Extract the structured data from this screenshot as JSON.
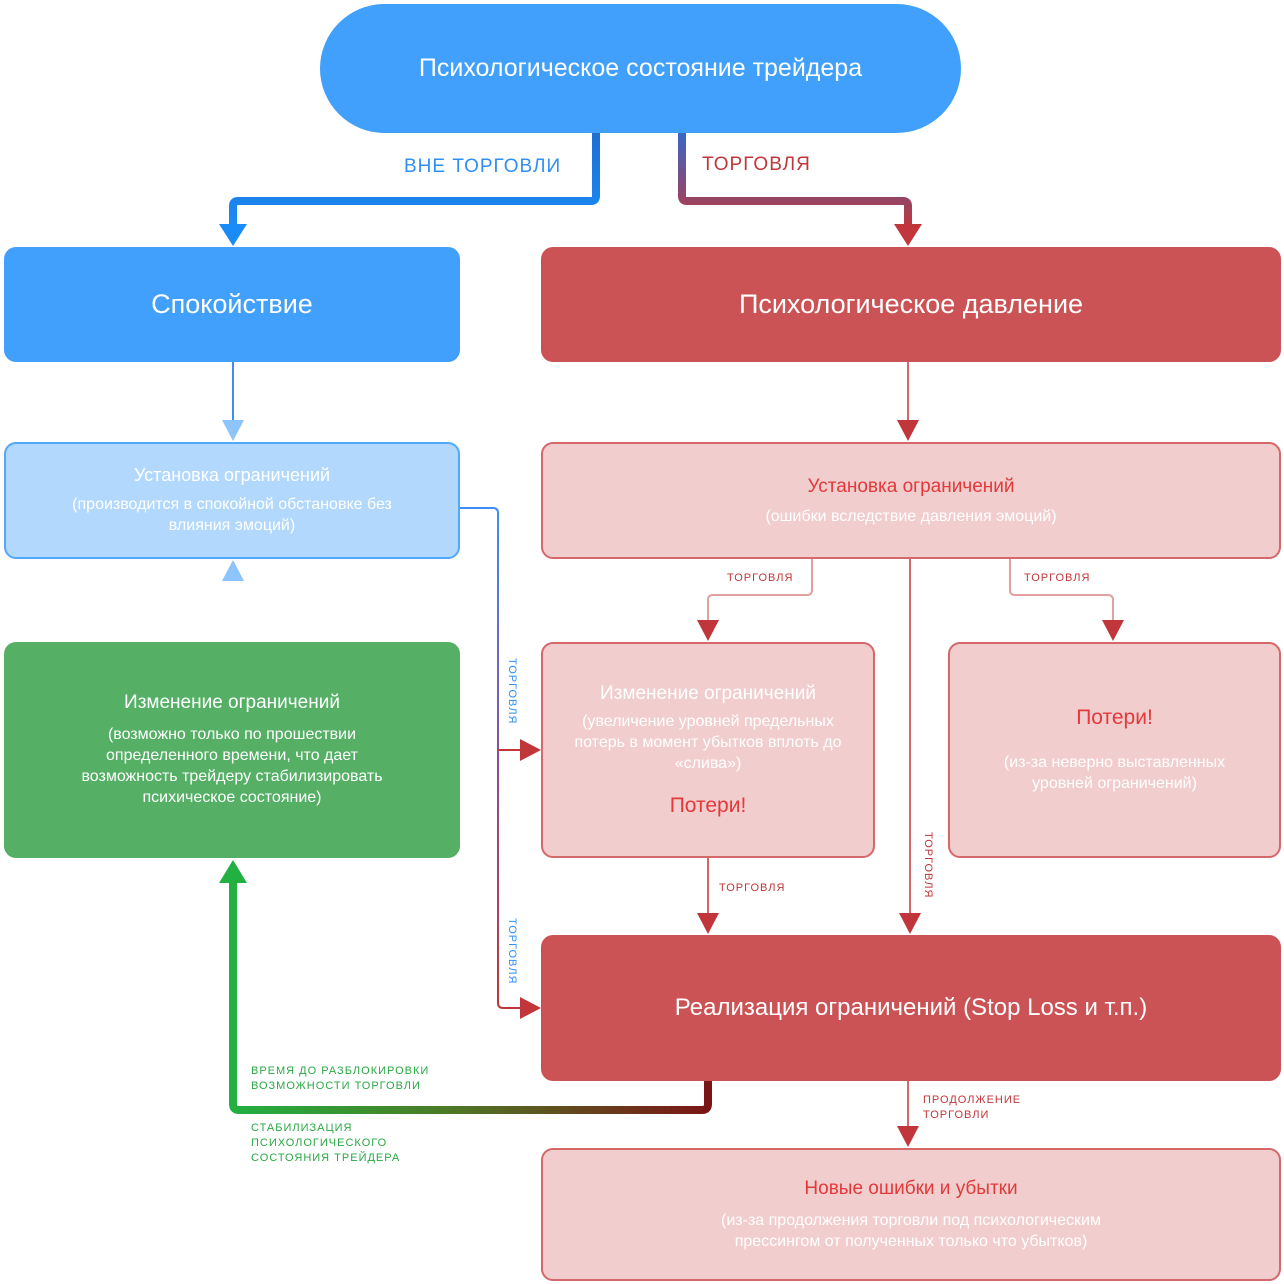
{
  "nodes": {
    "root": {
      "title": "Психологическое состояние трейдера"
    },
    "calm": {
      "title": "Спокойствие"
    },
    "pressure": {
      "title": "Психологическое давление"
    },
    "setup_calm": {
      "title": "Установка ограничений",
      "subtitle": "(производится в спокойной обстановке без влияния эмоций)"
    },
    "setup_pressure": {
      "title": "Установка ограничений",
      "subtitle": "(ошибки вследствие давления эмоций)"
    },
    "change_green": {
      "title": "Изменение ограничений",
      "subtitle": "(возможно только по прошествии определенного времени, что дает возможность трейдеру стабилизировать психическое состояние)"
    },
    "change_red": {
      "title": "Изменение ограничений",
      "subtitle": "(увеличение уровней предельных потерь в момент убытков вплоть до «слива»)",
      "losses": "Потери!"
    },
    "losses": {
      "title": "Потери!",
      "subtitle": "(из-за неверно выставленных уровней ограничений)"
    },
    "implementation": {
      "title": "Реализация ограничений (Stop Loss и т.п.)"
    },
    "new_errors": {
      "title": "Новые ошибки и убытки",
      "subtitle": "(из-за продолжения торговли под психологическим прессингом от полученных только что убытков)"
    }
  },
  "edge_labels": {
    "outside_trading": "ВНЕ ТОРГОВЛИ",
    "trading": "ТОРГОВЛЯ",
    "trading_small_left": "ТОРГОВЛЯ",
    "trading_small_right": "ТОРГОВЛЯ",
    "trading_small_mid": "ТОРГОВЛЯ",
    "trading_vert_center": "ТОРГОВЛЯ",
    "trading_vert_blue_1": "ТОРГОВЛЯ",
    "trading_vert_blue_2": "ТОРГОВЛЯ",
    "continue_trading": "ПРОДОЛЖЕНИЕ ТОРГОВЛИ",
    "unlock_time": "ВРЕМЯ ДО РАЗБЛОКИРОВКИ ВОЗМОЖНОСТИ ТОРГОВЛИ",
    "stabilization": "СТАБИЛИЗАЦИЯ ПСИХОЛОГИЧЕСКОГО СОСТОЯНИЯ ТРЕЙДЕРА"
  },
  "colors": {
    "blue": "#40a0fb",
    "red": "#cc5355",
    "green": "#55b066",
    "light_blue": "#b2d9fd",
    "light_red": "#f2cdcd",
    "label_red": "#c0363a",
    "label_blue": "#2f8ff5",
    "label_green": "#2aa845"
  }
}
